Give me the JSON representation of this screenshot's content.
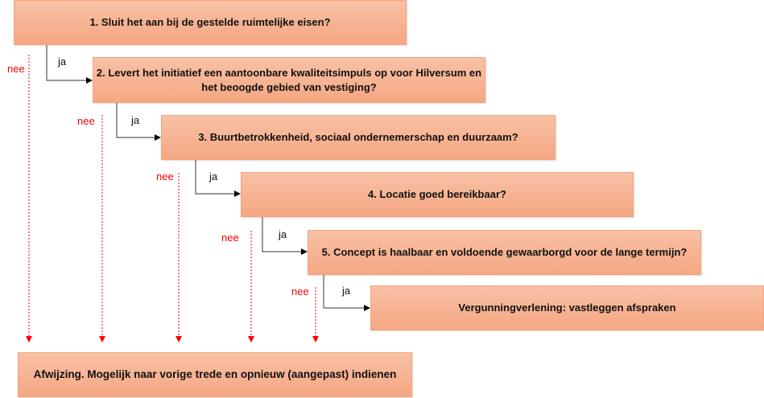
{
  "steps": [
    "1. Sluit het aan bij de gestelde ruimtelijke eisen?",
    "2. Levert het initiatief een aantoonbare kwaliteitsimpuls op voor Hilversum en het beoogde gebied van vestiging?",
    "3. Buurtbetrokkenheid, sociaal ondernemerschap en duurzaam?",
    "4. Locatie goed bereikbaar?",
    "5. Concept is haalbaar en voldoende gewaarborgd voor de lange termijn?",
    "Vergunningverlening: vastleggen afspraken"
  ],
  "reject": "Afwijzing. Mogelijk naar vorige trede en opnieuw (aangepast) indienen",
  "yes_label": "ja",
  "no_label": "nee",
  "colors": {
    "box": "#f5a782",
    "no_arrow": "#ff0000",
    "yes_arrow": "#000000"
  }
}
